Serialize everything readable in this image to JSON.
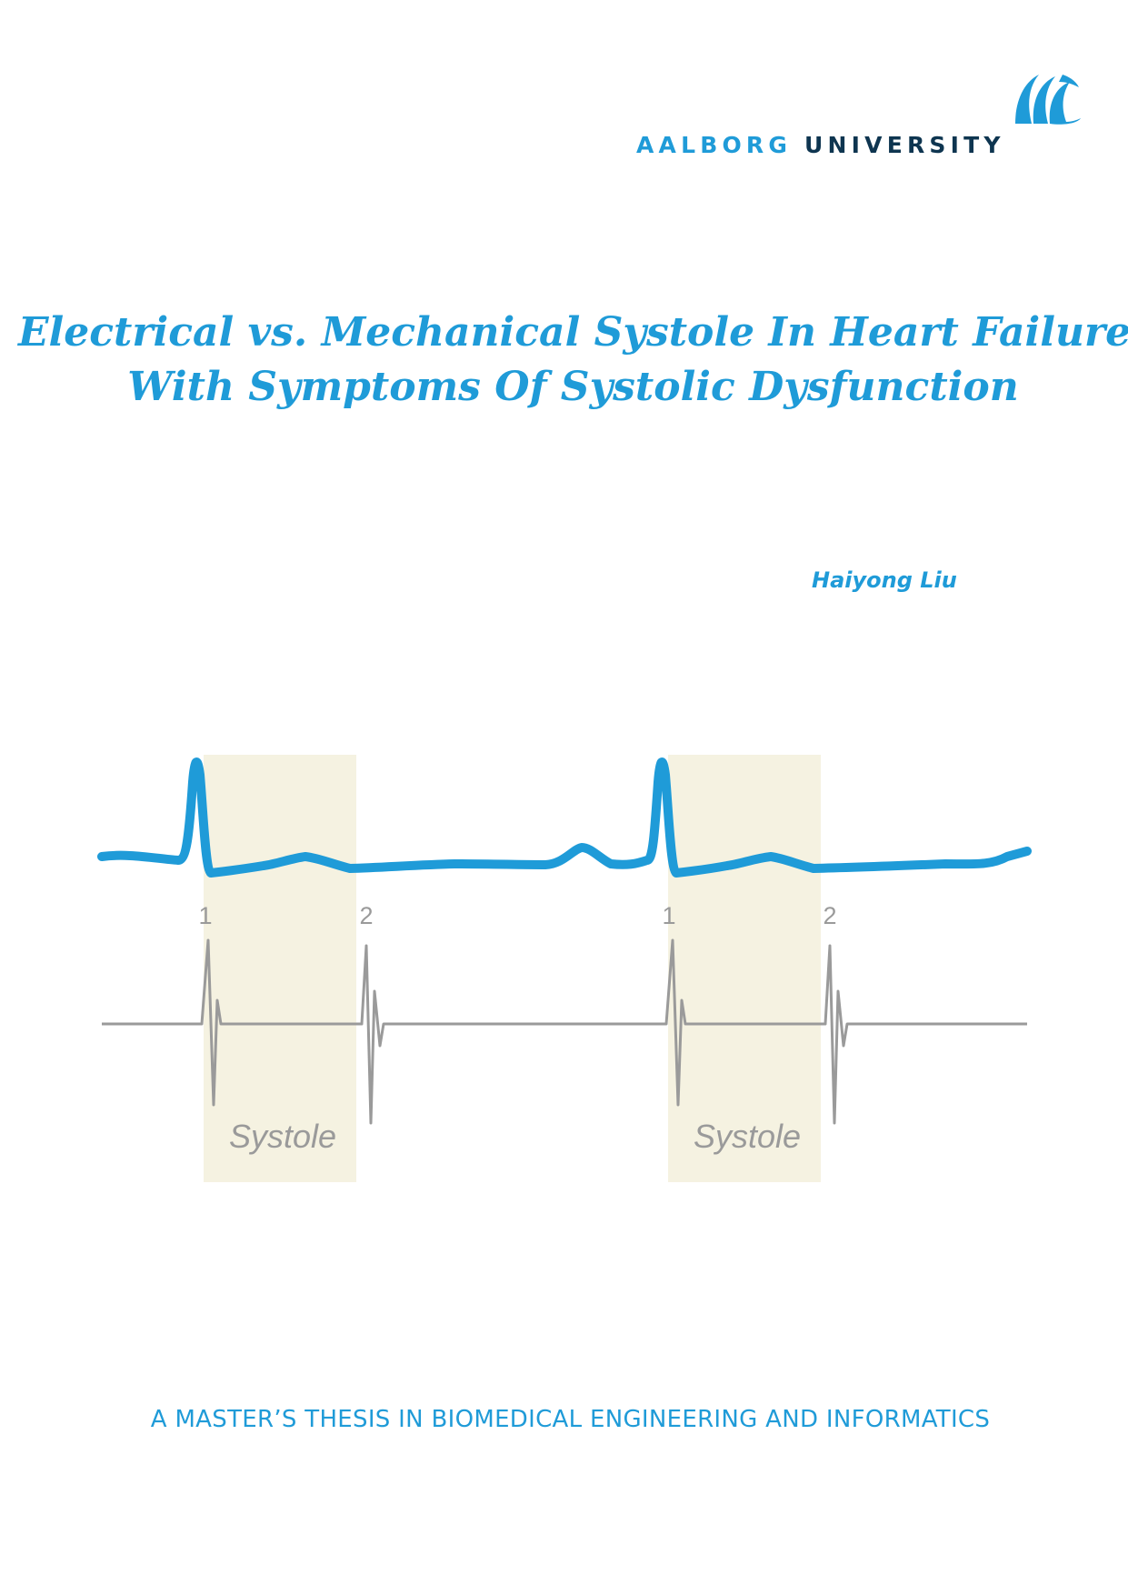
{
  "logo": {
    "word1": "AALBORG",
    "word2": "UNIVERSITY",
    "mark_icon": "aalborg-wave-logo-icon"
  },
  "title": {
    "line1": "Electrical vs. Mechanical Systole In Heart Failure",
    "line2": "With Symptoms Of Systolic Dysfunction"
  },
  "author": "Haiyong Liu",
  "figure": {
    "sound_markers": [
      "1",
      "2",
      "1",
      "2"
    ],
    "systole_labels": [
      "Systole",
      "Systole"
    ],
    "colors": {
      "ecg": "#1f9bd8",
      "pcg": "#9a9a9a",
      "systole_band": "#f5f2e1"
    }
  },
  "footer": "A MASTER’S THESIS IN BIOMEDICAL ENGINEERING AND INFORMATICS"
}
